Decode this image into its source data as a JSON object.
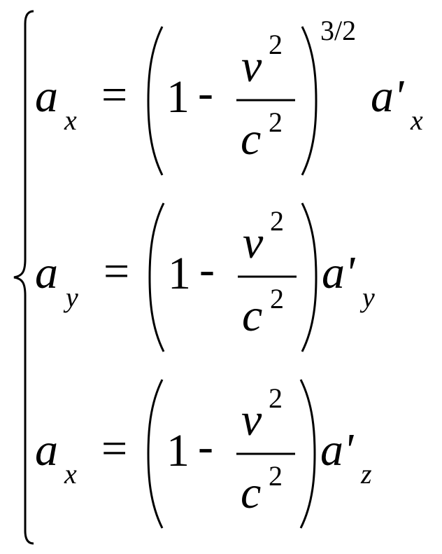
{
  "equations": [
    {
      "lhs_var": "a",
      "lhs_sub": "x",
      "eq": "=",
      "one": "1",
      "minus": "-",
      "num_var": "v",
      "num_exp": "2",
      "den_var": "c",
      "den_exp": "2",
      "outer_exp": "3/2",
      "rhs_var": "a'",
      "rhs_sub": "x"
    },
    {
      "lhs_var": "a",
      "lhs_sub": "y",
      "eq": "=",
      "one": "1",
      "minus": "-",
      "num_var": "v",
      "num_exp": "2",
      "den_var": "c",
      "den_exp": "2",
      "rhs_var": "a'",
      "rhs_sub": "y"
    },
    {
      "lhs_var": "a",
      "lhs_sub": "x",
      "eq": "=",
      "one": "1",
      "minus": "-",
      "num_var": "v",
      "num_exp": "2",
      "den_var": "c",
      "den_exp": "2",
      "rhs_var": "a'",
      "rhs_sub": "z"
    }
  ]
}
